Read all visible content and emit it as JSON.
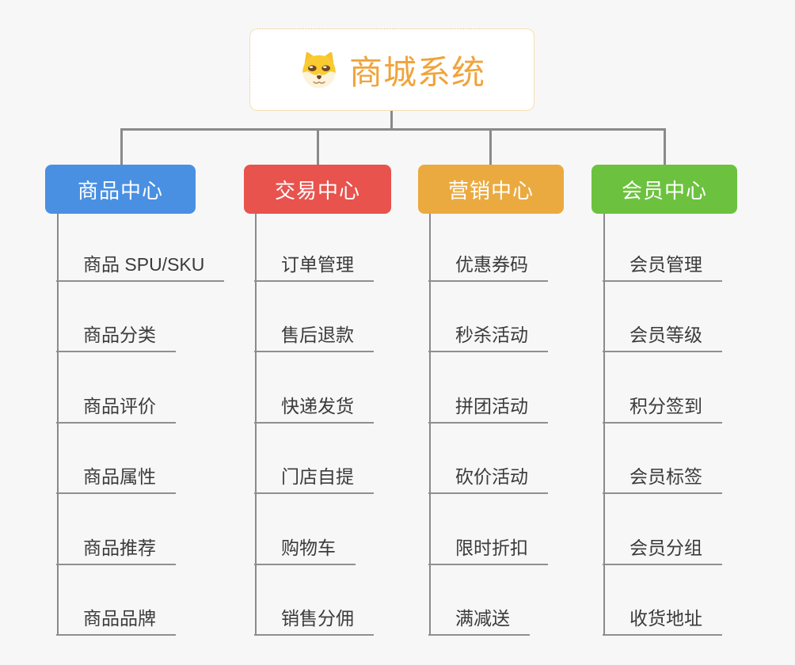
{
  "page": {
    "background": "#f7f7f7",
    "connector_color": "#8a8a8a",
    "underline_color": "#8f8f8f"
  },
  "root": {
    "title": "商城系统",
    "icon": "shiba-dog-icon",
    "title_color": "#f0a43c",
    "border_color": "#f1bd69"
  },
  "branches": [
    {
      "label": "商品中心",
      "color": "#4a90e2",
      "children": [
        "商品 SPU/SKU",
        "商品分类",
        "商品评价",
        "商品属性",
        "商品推荐",
        "商品品牌"
      ]
    },
    {
      "label": "交易中心",
      "color": "#e8534e",
      "children": [
        "订单管理",
        "售后退款",
        "快递发货",
        "门店自提",
        "购物车",
        "销售分佣"
      ]
    },
    {
      "label": "营销中心",
      "color": "#ebaa3f",
      "children": [
        "优惠券码",
        "秒杀活动",
        "拼团活动",
        "砍价活动",
        "限时折扣",
        "满减送"
      ]
    },
    {
      "label": "会员中心",
      "color": "#6cc23f",
      "children": [
        "会员管理",
        "会员等级",
        "积分签到",
        "会员标签",
        "会员分组",
        "收货地址"
      ]
    }
  ]
}
